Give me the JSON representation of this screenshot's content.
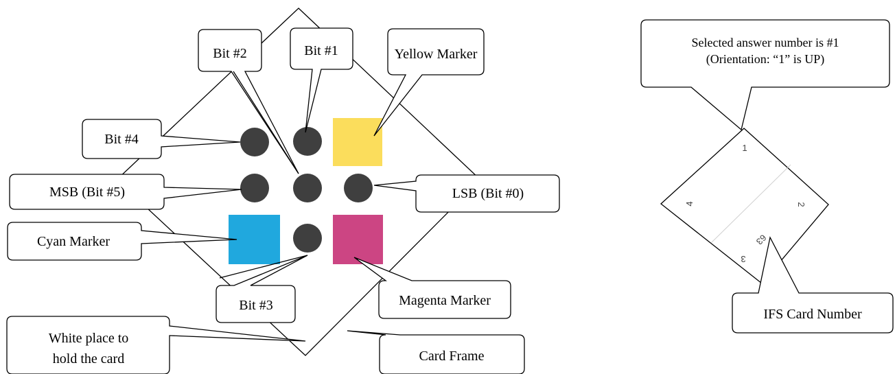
{
  "colors": {
    "yellow_marker": "#fbdd5c",
    "cyan_marker": "#20a8de",
    "magenta_marker": "#cc4583",
    "bit_dot": "#3f3f3f",
    "outline": "#000000"
  },
  "left_diagram": {
    "labels": {
      "bit2": "Bit #2",
      "bit1": "Bit #1",
      "yellow": "Yellow Marker",
      "bit4": "Bit #4",
      "msb": "MSB (Bit #5)",
      "lsb": "LSB (Bit #0)",
      "cyan": "Cyan Marker",
      "bit3": "Bit #3",
      "magenta": "Magenta Marker",
      "white_line1": "White place to",
      "white_line2": "hold the card",
      "frame": "Card Frame"
    }
  },
  "right_diagram": {
    "callout_line1": "Selected answer number is #1",
    "callout_line2": "(Orientation: “1” is UP)",
    "card_label": "IFS Card Number",
    "card_numbers": {
      "top": "1",
      "right": "2",
      "bottom": "3",
      "left": "4",
      "center": "63"
    }
  }
}
